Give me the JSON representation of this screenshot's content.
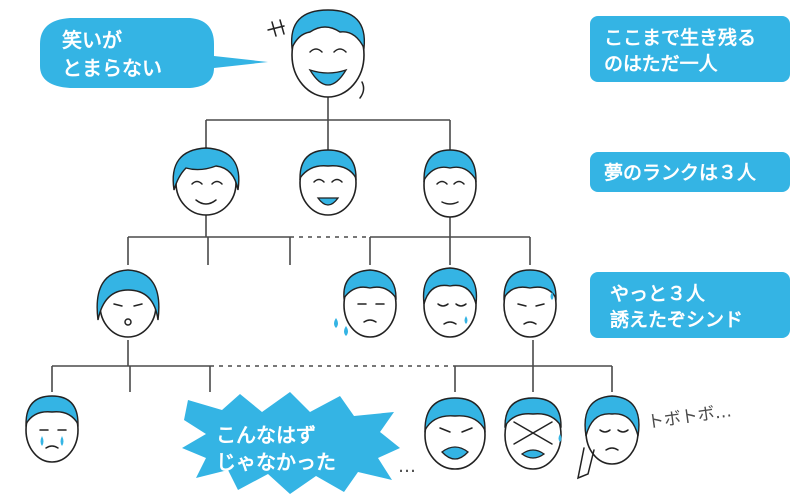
{
  "labels": {
    "level1": "ここまで生き残る\nのはただ一人",
    "level2": "夢のランクは３人",
    "level3": "やっと３人\n誘えたぞシンド"
  },
  "bubbles": {
    "laugh": "笑いが\nとまらない",
    "burst": "こんなはず\nじゃなかった"
  },
  "sfx": {
    "trudge": "トボトボ…",
    "dots": "…"
  },
  "colors": {
    "accent": "#34b4e4",
    "line": "#4a4a4a"
  }
}
